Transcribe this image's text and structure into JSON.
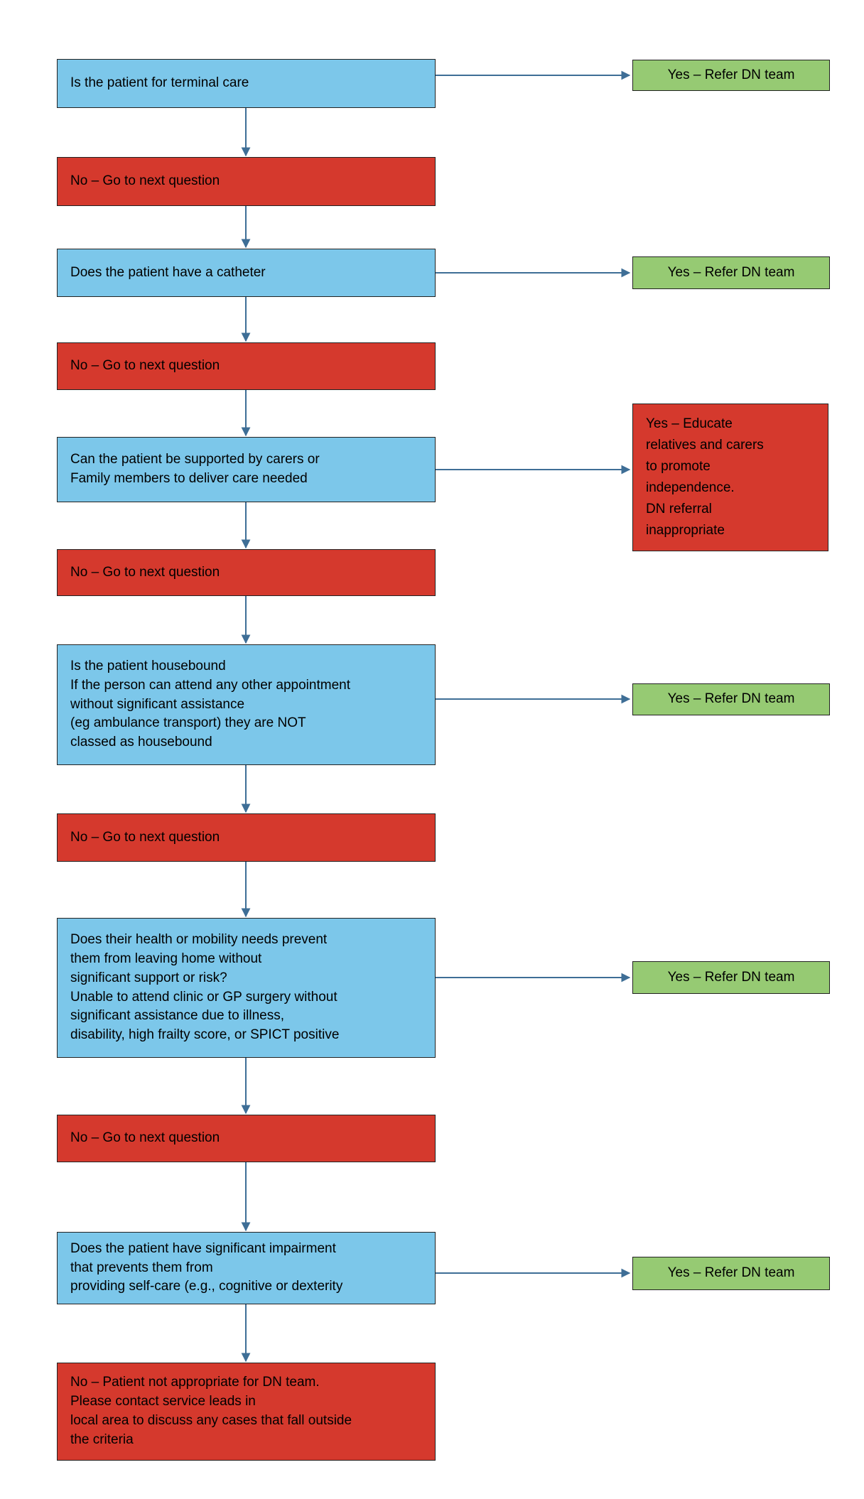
{
  "palette": {
    "question_fill": "#7CC7EA",
    "no_fill": "#D5392D",
    "yes_fill": "#96CA73",
    "arrow": "#3E6E96",
    "border": "#222222"
  },
  "labels": {
    "yes_refer": "Yes – Refer DN team",
    "no_next": "No – Go to next question"
  },
  "questions": {
    "terminal": "Is the patient for terminal care",
    "catheter": "Does the patient have a catheter",
    "carers": "Can the patient be supported by carers or\nFamily members to deliver care needed",
    "housebound": "Is the patient housebound\nIf the person can attend any other appointment\nwithout significant assistance\n(eg ambulance transport) they are NOT\nclassed as housebound",
    "health_mobility": "Does their health or mobility needs prevent\nthem from leaving home without\nsignificant support or risk?\nUnable to attend clinic or GP surgery without\nsignificant assistance due to illness,\ndisability, high frailty score, or SPICT positive",
    "impairment": "Does the patient have significant impairment\nthat prevents them from\nproviding self-care (e.g., cognitive or dexterity"
  },
  "outcomes": {
    "educate": "Yes – Educate\nrelatives and carers\nto promote\nindependence.\nDN referral\ninappropriate",
    "not_appropriate": "No – Patient not appropriate for DN team.\nPlease contact service leads in\nlocal area to discuss any cases that fall outside\nthe criteria"
  }
}
